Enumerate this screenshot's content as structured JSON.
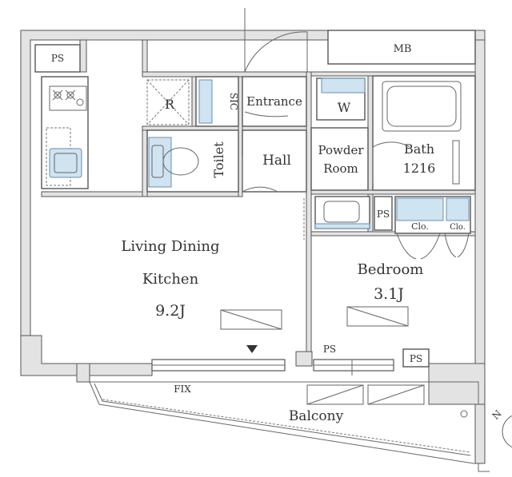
{
  "labels": {
    "ps_top_left": "PS",
    "mb": "MB",
    "r": "R",
    "sic": "SIC",
    "entrance": "Entrance",
    "w": "W",
    "toilet": "Toilet",
    "hall": "Hall",
    "powder_room_1": "Powder",
    "powder_room_2": "Room",
    "bath_1": "Bath",
    "bath_2": "1216",
    "ps_mid": "PS",
    "clo_1": "Clo.",
    "clo_2": "Clo.",
    "ldk_1": "Living Dining",
    "ldk_2": "Kitchen",
    "ldk_size": "9.2J",
    "bedroom": "Bedroom",
    "bedroom_size": "3.1J",
    "ps_bottom": "PS",
    "ps_bottom_right": "PS",
    "fix": "FIX",
    "balcony": "Balcony",
    "compass": "N"
  },
  "colors": {
    "wall": "#e3e3e3",
    "fixture_blue": "#cfe3f1",
    "line": "#555555"
  }
}
